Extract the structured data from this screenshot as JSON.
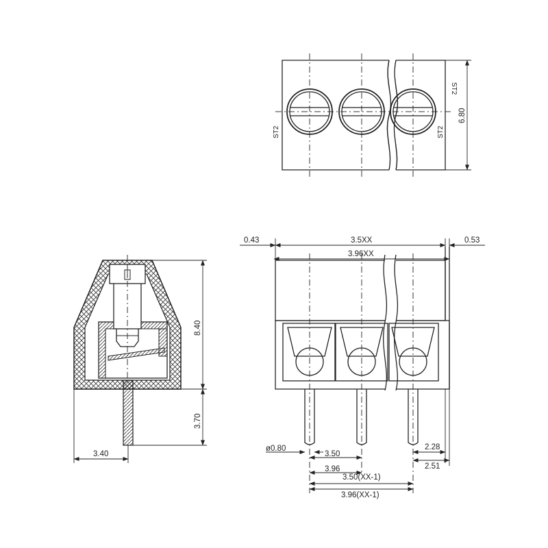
{
  "dimensions": {
    "height_top": "6.80",
    "left_margin": "0.43",
    "width_35": "3.5XX",
    "width_396": "3.96XX",
    "right_margin": "0.53",
    "total_height": "8.40",
    "pin_length": "3.70",
    "depth": "3.40",
    "pin_dia": "ø0.80",
    "pitch_350": "3.50",
    "pitch_396": "3.96",
    "span_350": "3.50(XX-1)",
    "span_396": "3.96(XX-1)",
    "edge_228": "2.28",
    "edge_251": "2.51"
  },
  "marks": {
    "slot_a": "ST2",
    "slot_b": "ST2",
    "slot_c": "ST2"
  }
}
